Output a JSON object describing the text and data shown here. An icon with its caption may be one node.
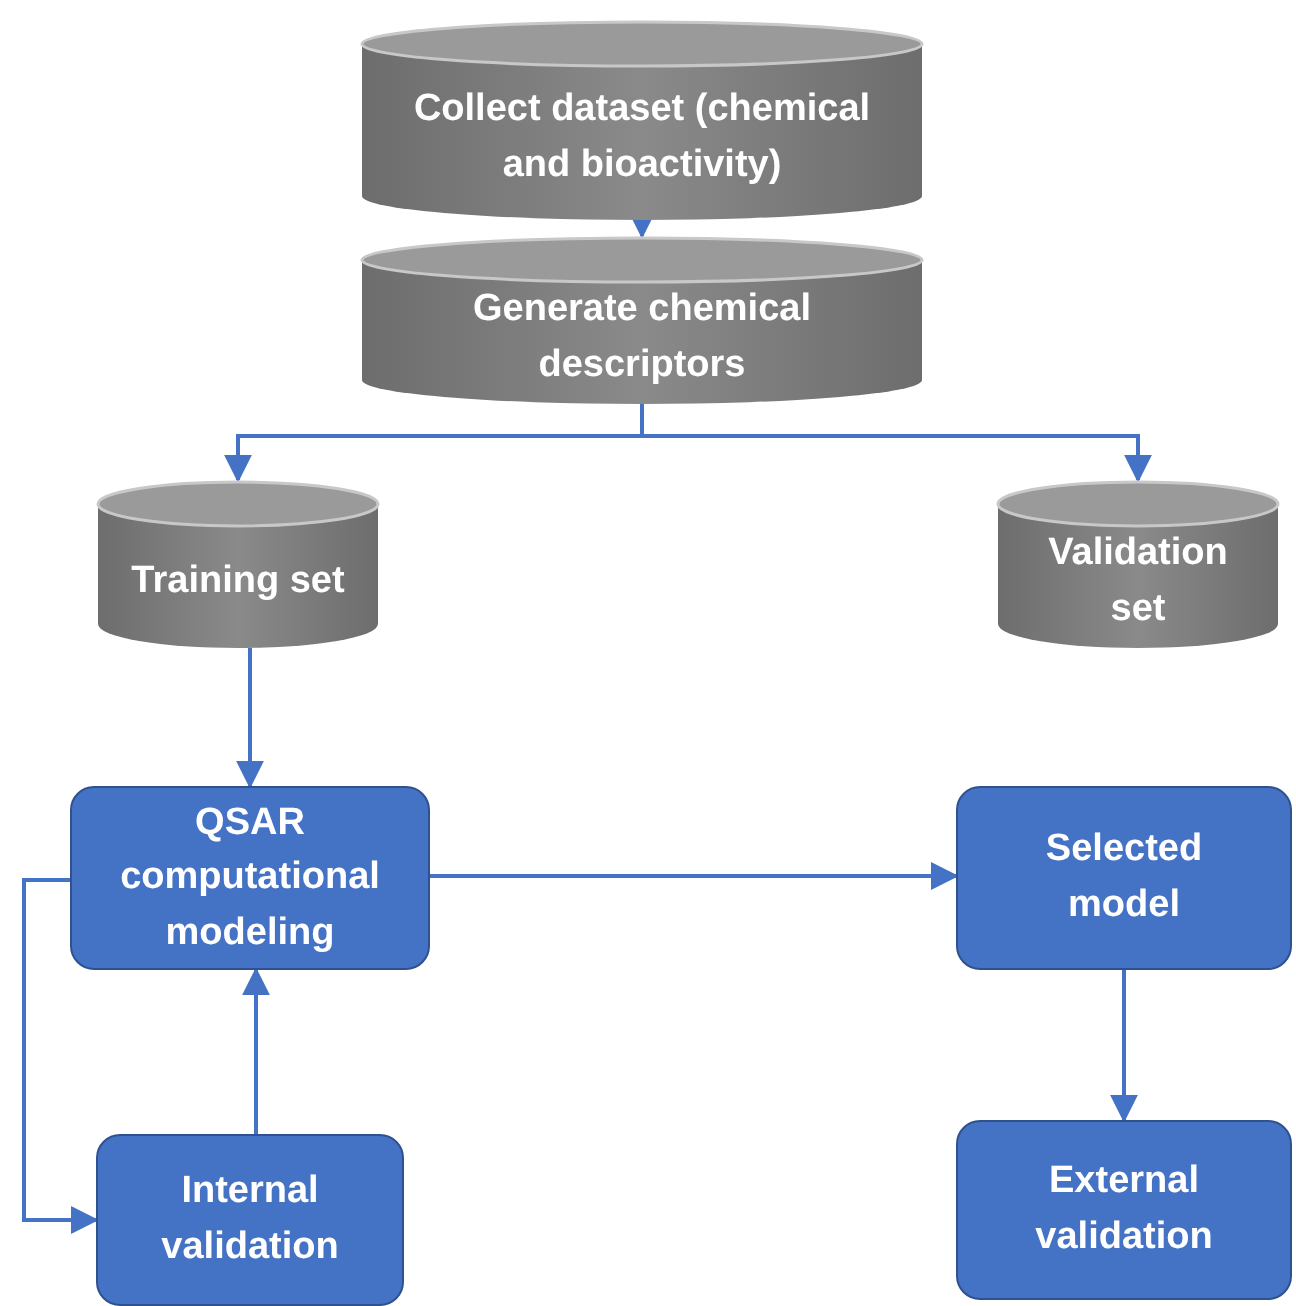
{
  "diagram": {
    "nodes": [
      {
        "text": [
          "Collect dataset (chemical and bioactivity)"
        ]
      },
      {
        "text": [
          "Generate chemical descriptors"
        ]
      },
      {
        "text": [
          "Training set"
        ]
      },
      {
        "text": [
          "Validation set"
        ]
      },
      {
        "text": [
          "QSAR computational modeling"
        ]
      },
      {
        "text": [
          "Selected model"
        ]
      },
      {
        "text": [
          "Internal validation"
        ]
      },
      {
        "text": [
          "External validation"
        ]
      }
    ],
    "edges": [
      {
        "from": 0,
        "to": 1,
        "arrow": "to"
      },
      {
        "from": 1,
        "to": 2,
        "arrow": "to"
      },
      {
        "from": 1,
        "to": 3,
        "arrow": "to"
      },
      {
        "from": 2,
        "to": 4,
        "arrow": "to"
      },
      {
        "from": 4,
        "to": 5,
        "arrow": "to"
      },
      {
        "from": 5,
        "to": 7,
        "arrow": "to"
      },
      {
        "from": 6,
        "to": 4,
        "arrow": "to"
      },
      {
        "from": 4,
        "to": 6,
        "arrow": "to"
      }
    ]
  }
}
